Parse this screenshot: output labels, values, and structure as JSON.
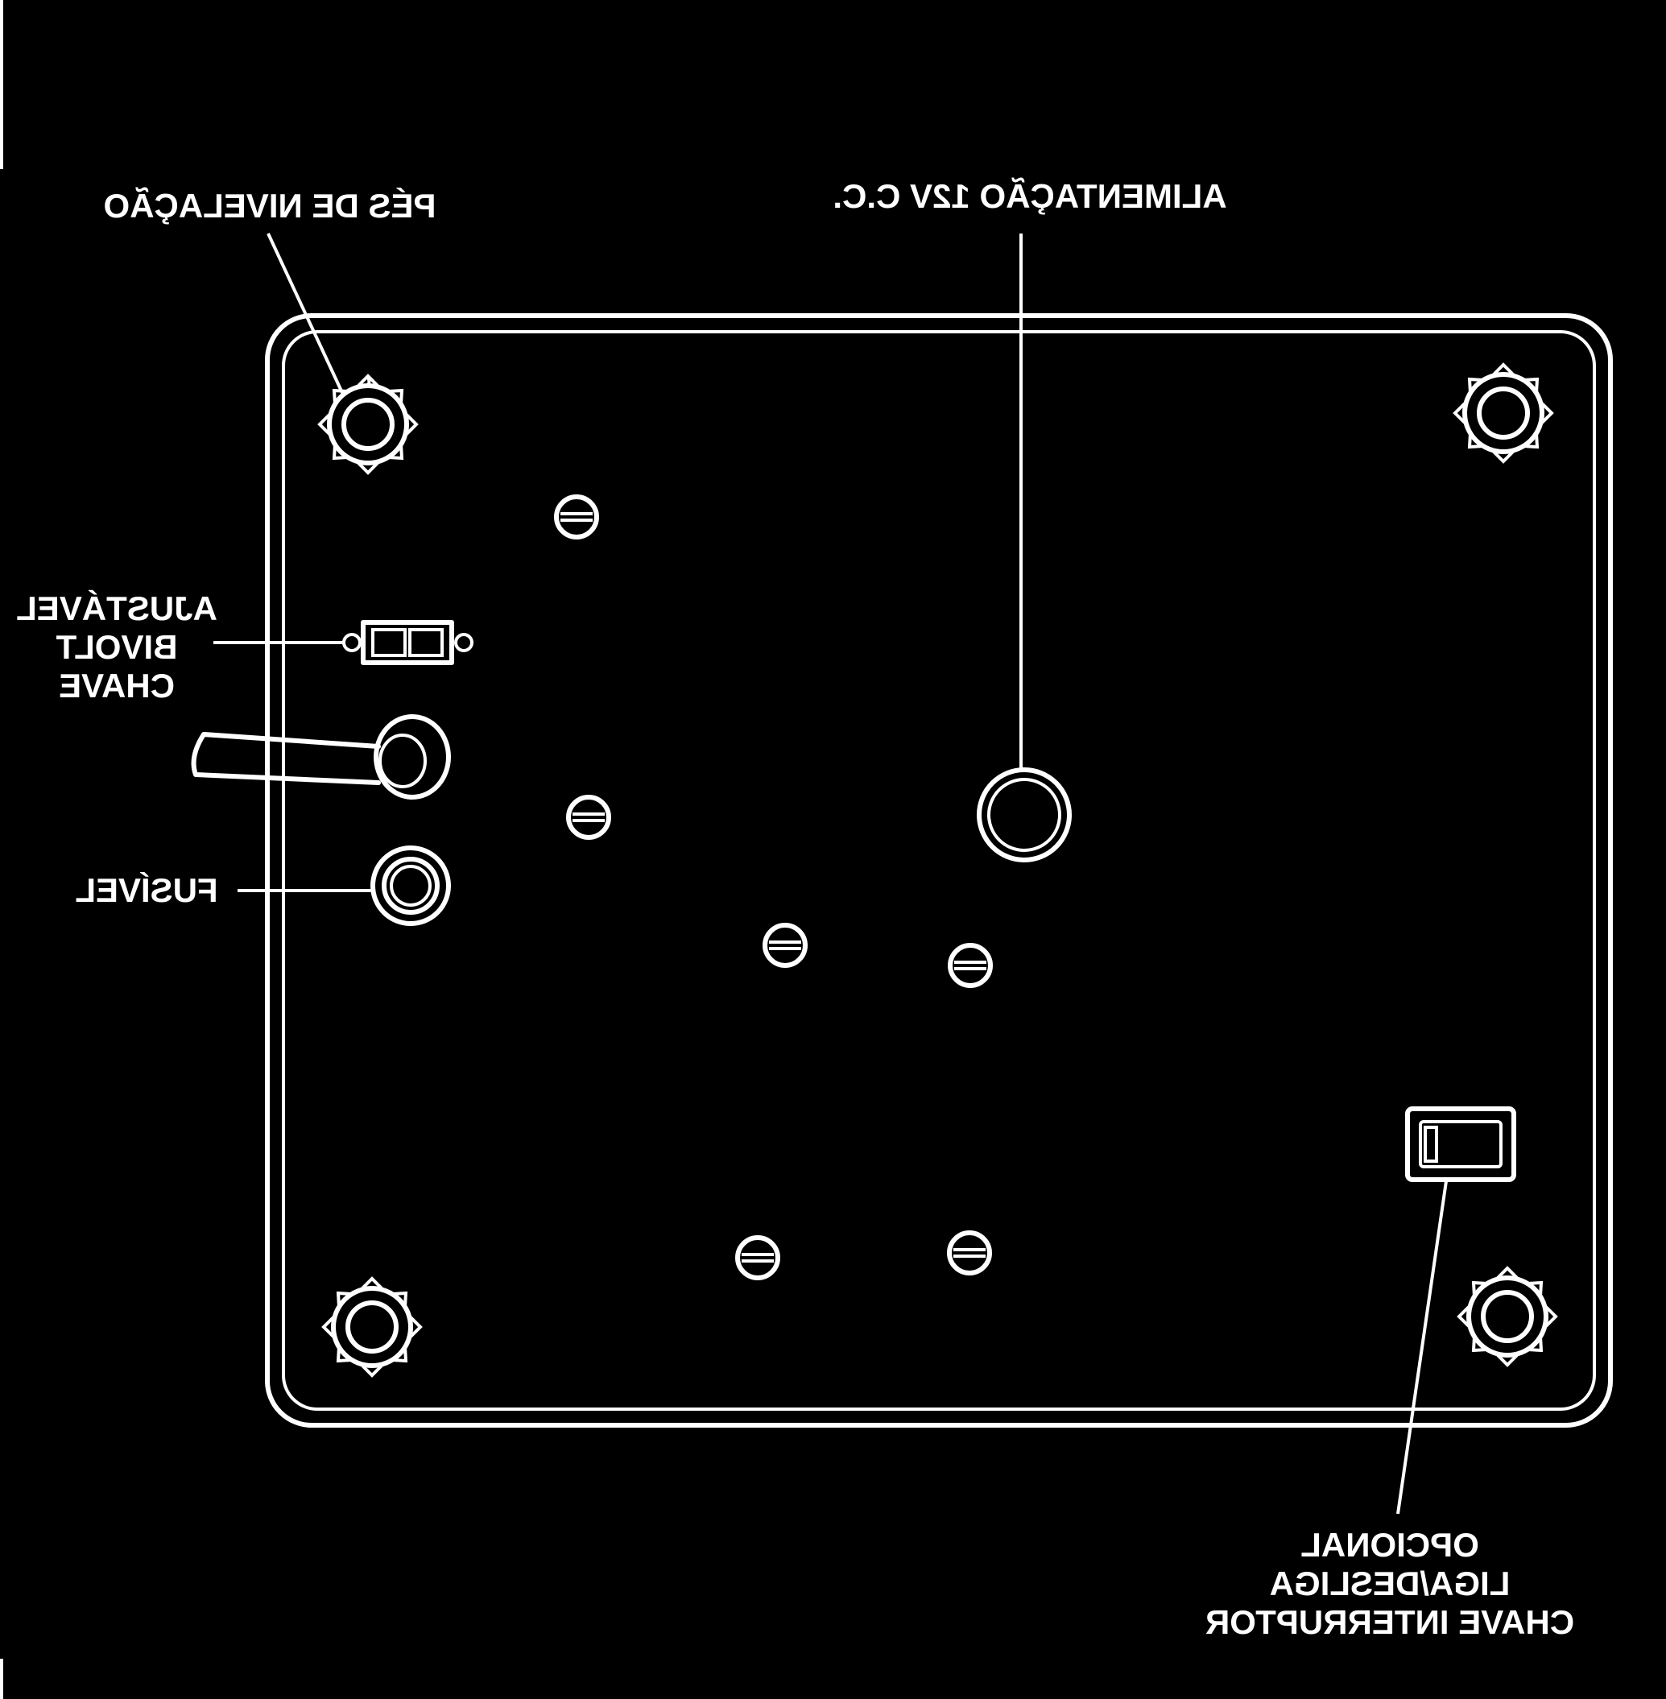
{
  "labels": {
    "leveling_feet": "PÉS DE NIVELAÇÃO",
    "power_supply": "ALIMENTAÇÃO 12V C.C.",
    "bivolt_switch": [
      "CHAVE",
      "BIVOLT",
      "AJUSTÁVEL"
    ],
    "fuse": "FUSÍVEL",
    "power_switch": [
      "CHAVE INTERRUPTOR",
      "LIGA/DESLIGA",
      "OPCIONAL"
    ]
  },
  "colors": {
    "background": "#000000",
    "line": "#ffffff"
  }
}
